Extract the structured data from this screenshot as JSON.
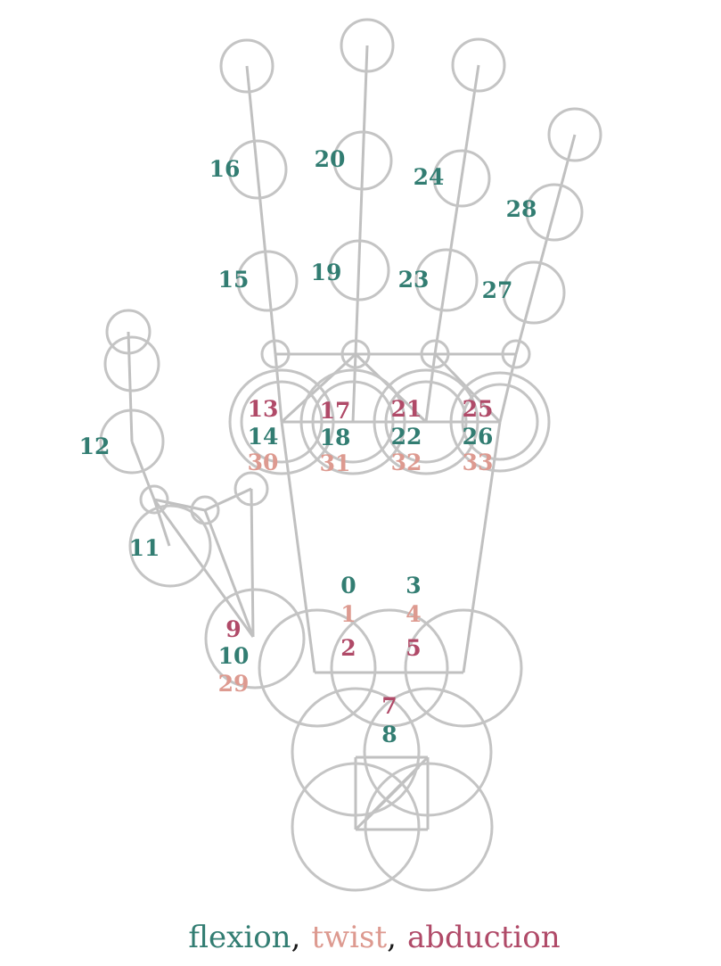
{
  "labels": {
    "l0": "0",
    "l1": "1",
    "l2": "2",
    "l3": "3",
    "l4": "4",
    "l5": "5",
    "l7": "7",
    "l8": "8",
    "l9": "9",
    "l10": "10",
    "l11": "11",
    "l12": "12",
    "l13": "13",
    "l14": "14",
    "l15": "15",
    "l16": "16",
    "l17": "17",
    "l18": "18",
    "l19": "19",
    "l20": "20",
    "l21": "21",
    "l22": "22",
    "l23": "23",
    "l24": "24",
    "l25": "25",
    "l26": "26",
    "l27": "27",
    "l28": "28",
    "l29": "29",
    "l30": "30",
    "l31": "31",
    "l32": "32",
    "l33": "33"
  },
  "legend": {
    "flexion": "flexion",
    "twist": "twist",
    "abduction": "abduction",
    "sep1": ",",
    "sep2": ","
  },
  "colors": {
    "flexion": "#327d72",
    "twist": "#dd9a90",
    "abduction": "#b04a68",
    "skeleton": "#c0c0c0"
  }
}
